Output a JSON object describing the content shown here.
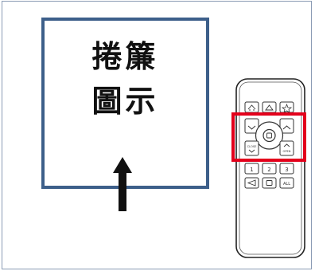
{
  "label": {
    "line1": "捲簾",
    "line2": "圖示"
  },
  "remote": {
    "close_label": "CLOSE",
    "open_label": "OPEN",
    "channel_1": "1",
    "channel_2": "2",
    "channel_3": "3",
    "all_label": "ALL"
  },
  "highlight_color": "#e3001b",
  "frame_color": "#3d5f8a"
}
